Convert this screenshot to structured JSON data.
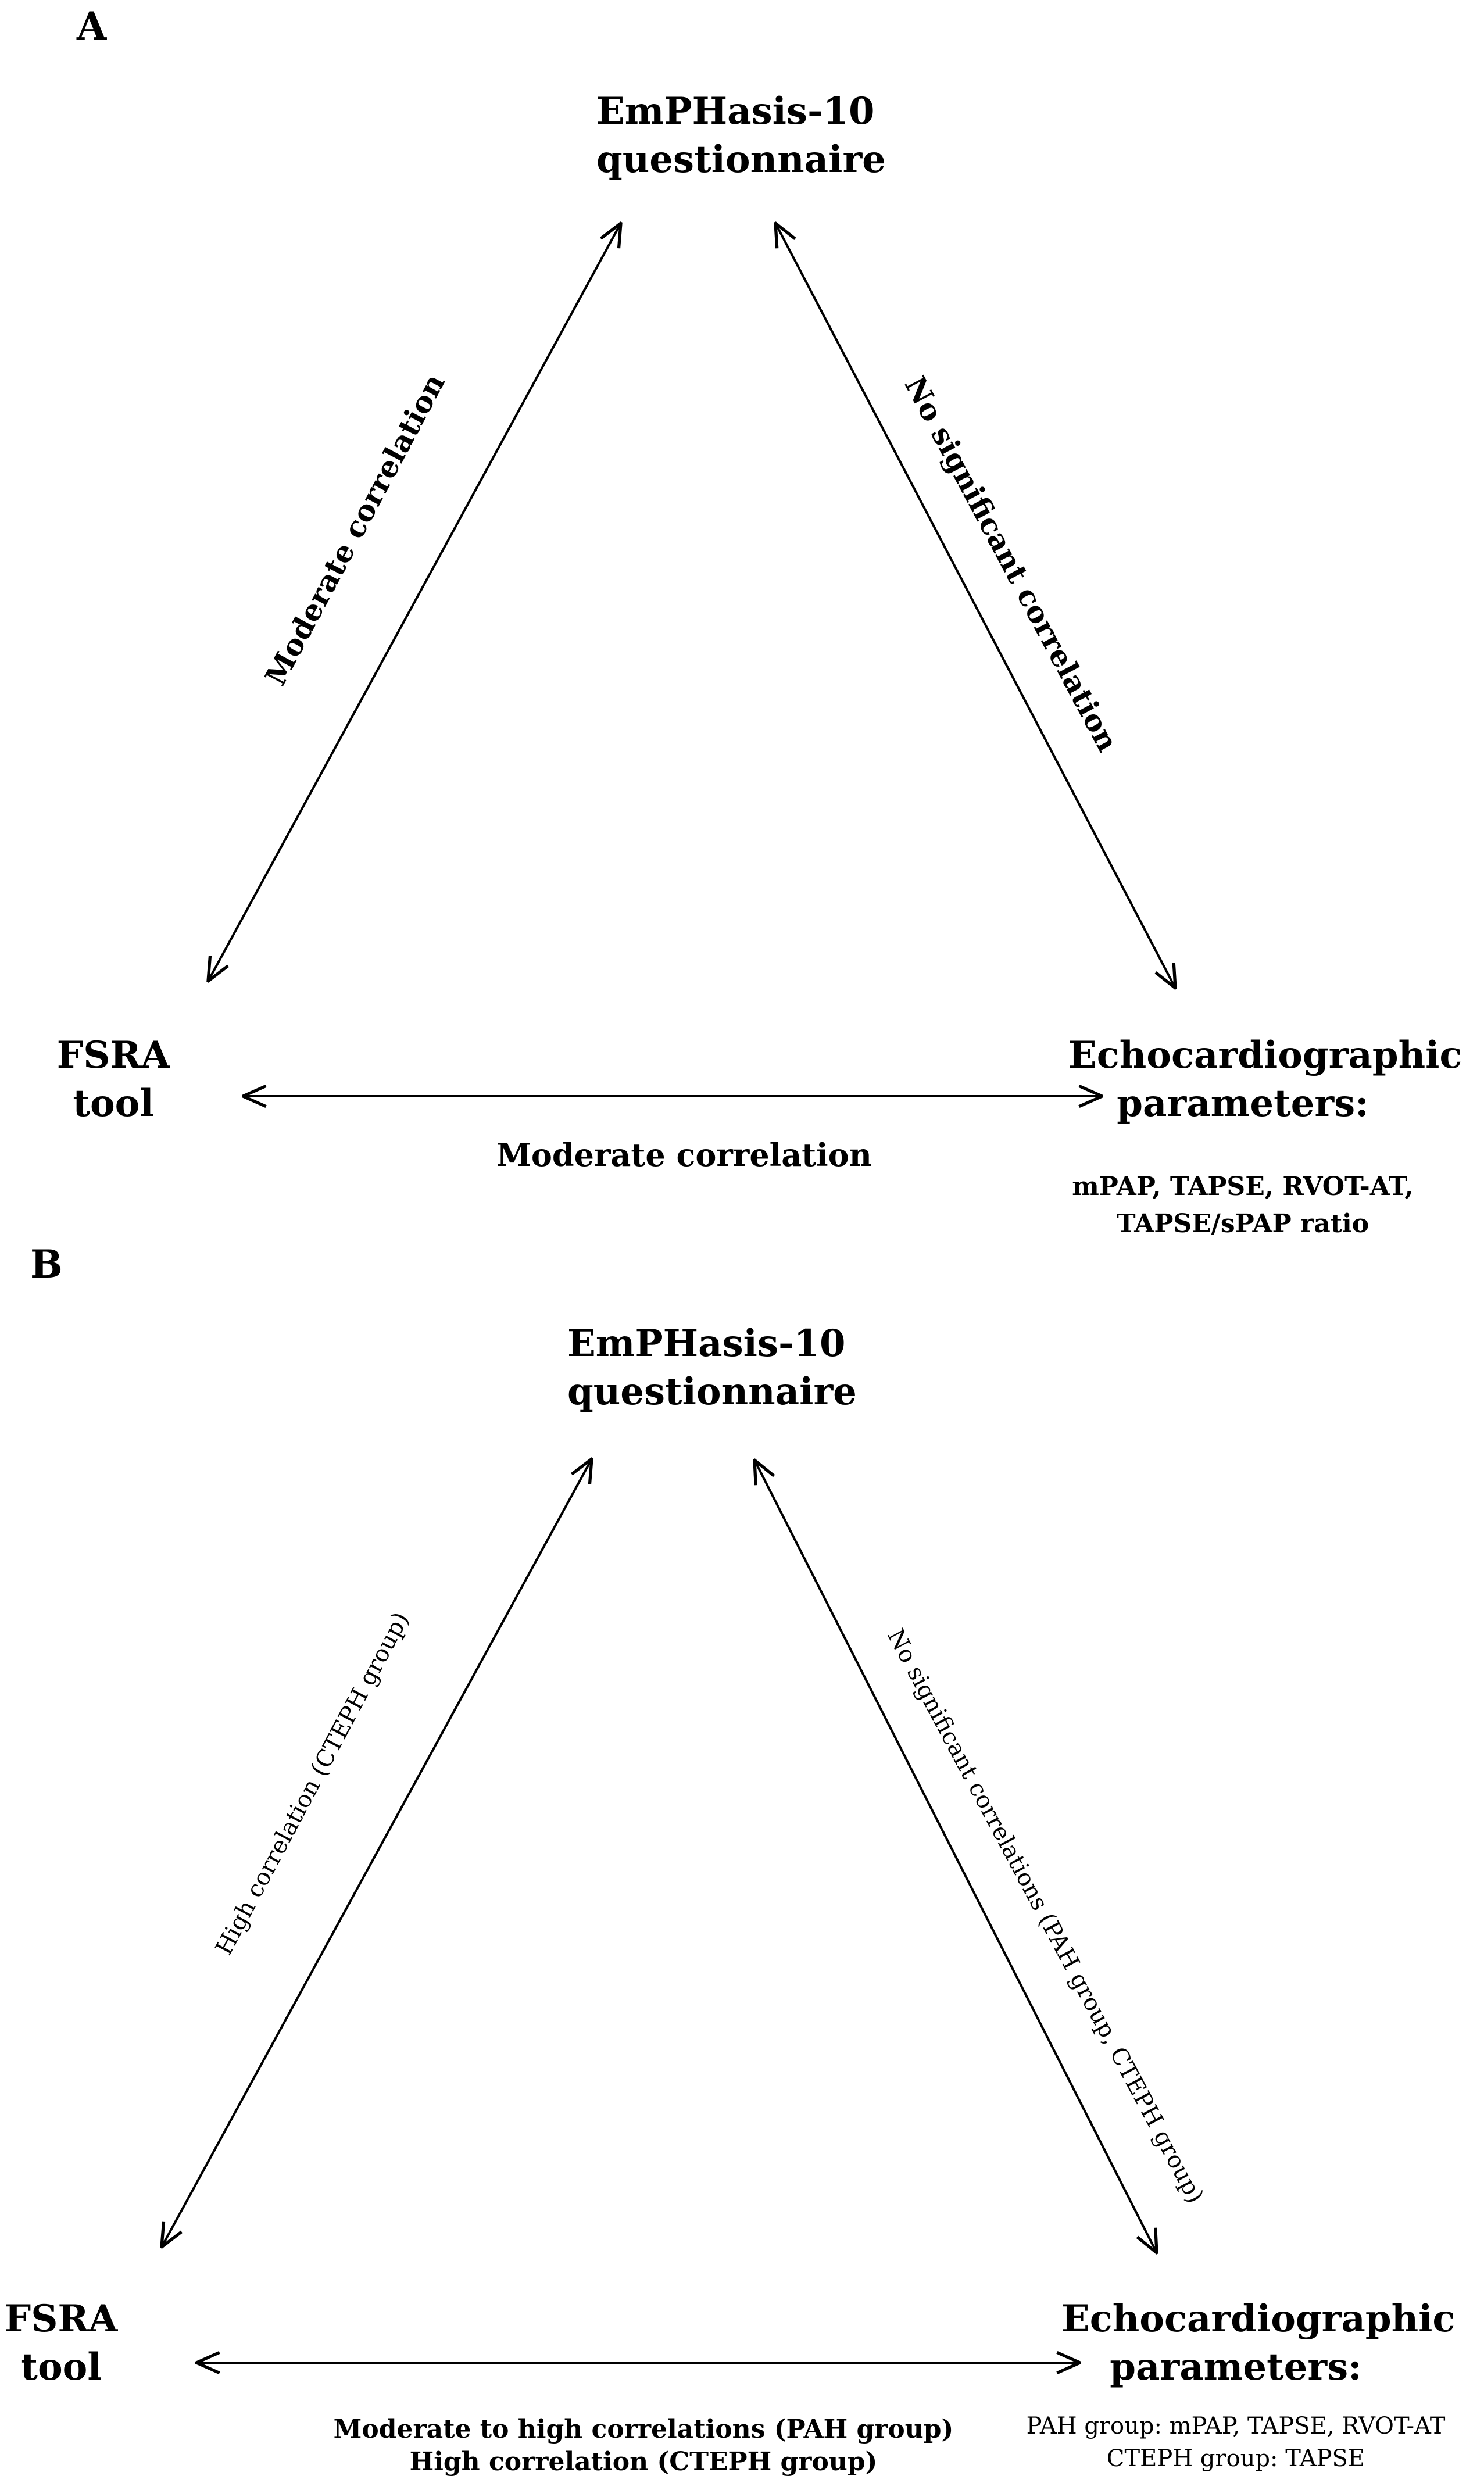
{
  "panel_a": {
    "letter": "A",
    "nodes": {
      "top": {
        "line1": "EmPHasis-10",
        "line2": "questionnaire"
      },
      "left": {
        "line1": "FSRA",
        "line2": "tool"
      },
      "right": {
        "line1": "Echocardiographic",
        "line2": "parameters:",
        "sub1": "mPAP, TAPSE, RVOT-AT,",
        "sub2": "TAPSE/sPAP ratio"
      }
    },
    "edges": {
      "left": "Moderate correlation",
      "right": "No significant correlation",
      "bottom": "Moderate correlation"
    }
  },
  "panel_b": {
    "letter": "B",
    "nodes": {
      "top": {
        "line1": "EmPHasis-10",
        "line2": "questionnaire"
      },
      "left": {
        "line1": "FSRA",
        "line2": "tool"
      },
      "right": {
        "line1": "Echocardiographic",
        "line2": "parameters:",
        "sub1": "PAH group: mPAP, TAPSE, RVOT-AT",
        "sub2": "CTEPH group: TAPSE"
      }
    },
    "edges": {
      "left": "High correlation (CTEPH group)",
      "right": "No significant correlations (PAH group, CTEPH group)",
      "bottom1": "Moderate to high correlations (PAH group)",
      "bottom2": "High correlation (CTEPH group)"
    }
  }
}
